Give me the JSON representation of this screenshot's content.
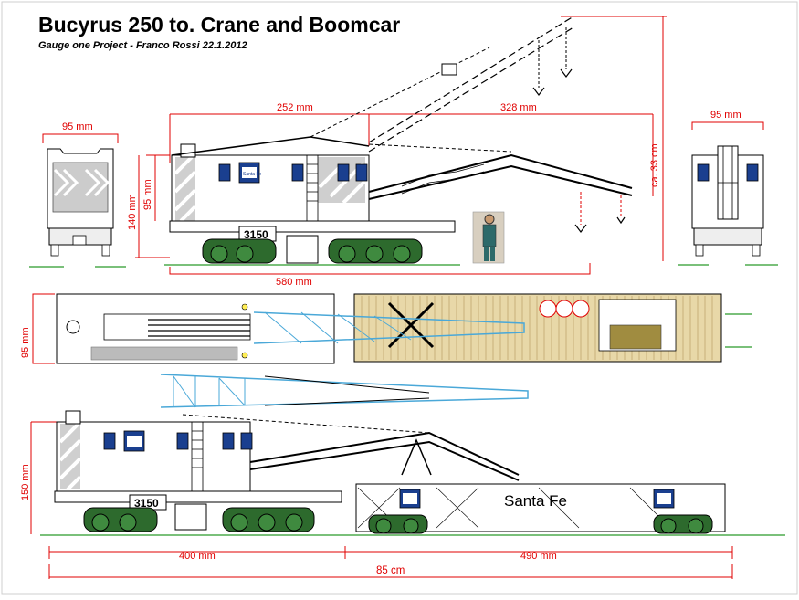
{
  "title": "Bucyrus 250 to. Crane and Boomcar",
  "subtitle": "Gauge one Project -  Franco Rossi  22.1.2012",
  "dimensions": {
    "front_width": "95 mm",
    "rear_width": "95 mm",
    "cab_length": "252 mm",
    "boom_length": "328 mm",
    "total_height": "ca. 33 cm",
    "body_height": "95 mm",
    "overall_height": "140 mm",
    "crane_length": "580 mm",
    "plan_width": "95 mm",
    "lower_height": "150 mm",
    "crane_section": "400 mm",
    "boomcar_section": "490 mm",
    "total_length": "85 cm"
  },
  "car_labels": {
    "number_upper": "3150",
    "number_lower": "3150",
    "logo_text": "Santa Fe",
    "boomcar_text": "Santa Fe"
  },
  "colors": {
    "dimension_lines": "#e00000",
    "ground_lines": "#2a9a2a",
    "boom_blue": "#4aa8d8",
    "wheels_green": "#2d6a2d",
    "logo_blue": "#1a3f8f"
  }
}
